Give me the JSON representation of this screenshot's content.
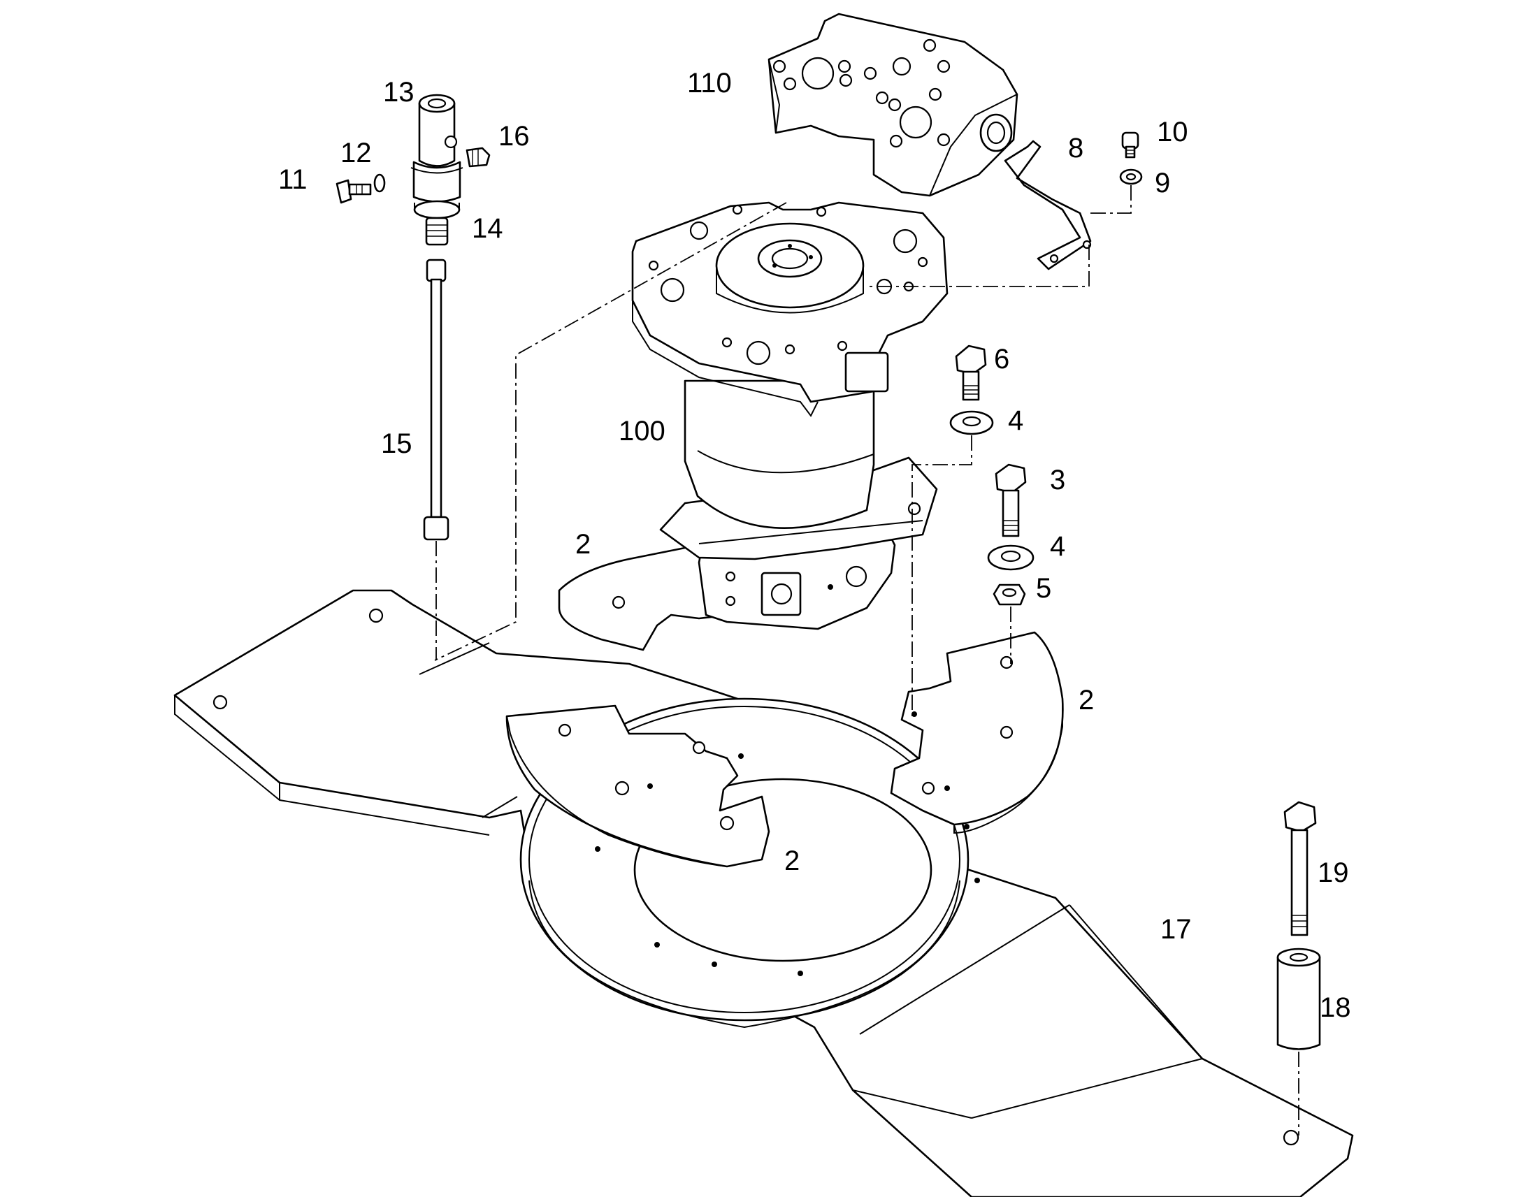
{
  "labels": {
    "l110": "110",
    "l13": "13",
    "l12": "12",
    "l16": "16",
    "l11": "11",
    "l14": "14",
    "l15": "15",
    "l10": "10",
    "l8": "8",
    "l9": "9",
    "l6": "6",
    "l4a": "4",
    "l100": "100",
    "l3": "3",
    "l2a": "2",
    "l4b": "4",
    "l5": "5",
    "l2b": "2",
    "l2c": "2",
    "l19": "19",
    "l17": "17",
    "l18": "18"
  }
}
